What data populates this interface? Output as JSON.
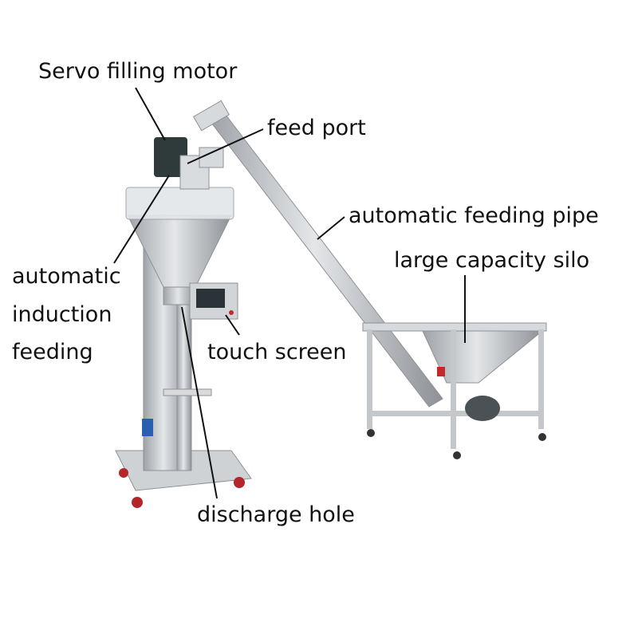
{
  "labels": {
    "servo_motor": "Servo filling motor",
    "feed_port": "feed port",
    "feeding_pipe": "automatic feeding pipe",
    "silo": "large capacity silo",
    "induction_line1": "automatic",
    "induction_line2": "induction",
    "induction_line3": "feeding",
    "touch_screen": "touch screen",
    "discharge_hole": "discharge hole"
  },
  "colors": {
    "steel": "#c9ccd0",
    "steel_dark": "#8d9196",
    "motor": "#2f3a3a",
    "text": "#111111"
  }
}
